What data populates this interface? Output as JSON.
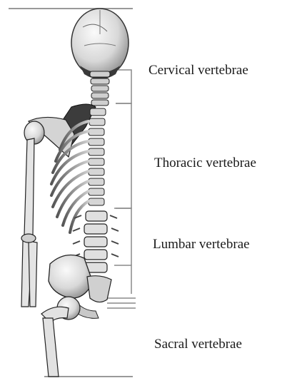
{
  "labels": {
    "cervical": "Cervical vertebrae",
    "thoracic": "Thoracic vertebrae",
    "lumbar": "Lumbar vertebrae",
    "sacral": "Sacral vertebrae"
  },
  "colors": {
    "bone": "#e6e6e6",
    "bone_shadow": "#9a9a9a",
    "outline": "#222222",
    "bracket": "#8a8a8a",
    "text": "#1a1a1a"
  }
}
